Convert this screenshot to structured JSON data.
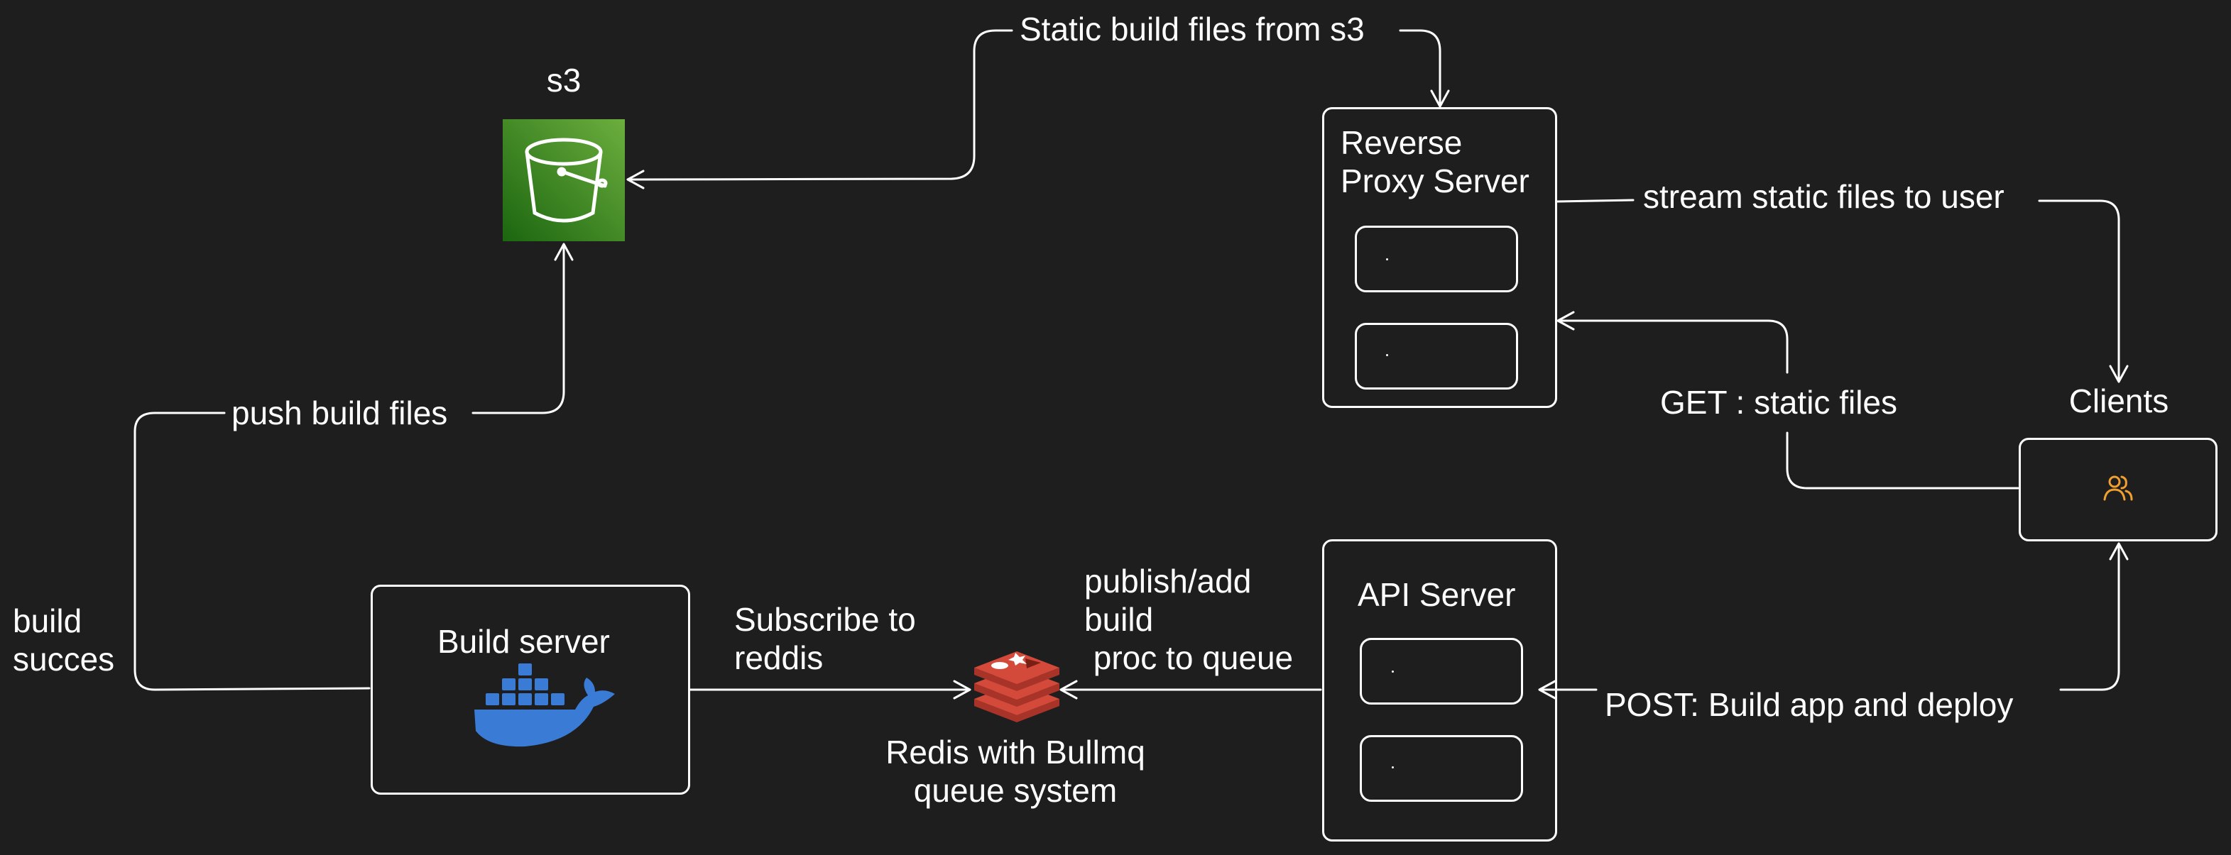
{
  "nodes": {
    "s3": {
      "label": "s3",
      "icon": "s3-bucket-icon",
      "color": "#3f8a24"
    },
    "reverse_proxy": {
      "label": "Reverse\nProxy Server"
    },
    "clients": {
      "label": "Clients",
      "icon": "users-icon",
      "icon_color": "#f0a030"
    },
    "api_server": {
      "label": "API Server"
    },
    "build_server": {
      "label": "Build server",
      "icon": "docker-whale-icon",
      "icon_color": "#3a7bd5"
    },
    "redis": {
      "label": "Redis with Bullmq\nqueue system",
      "icon": "redis-icon",
      "icon_color": "#d44a3a"
    }
  },
  "edges": {
    "static_from_s3": "Static build files from s3",
    "stream_to_user": "stream static files to user",
    "get_static": "GET : static files",
    "post_build": "POST: Build app and deploy",
    "publish_build": "publish/add\nbuild\n proc to queue",
    "subscribe": "Subscribe to\nreddis",
    "push_build": "push build files",
    "build_success": "build\nsucces"
  },
  "colors": {
    "background": "#1e1e1e",
    "stroke": "#ffffff"
  }
}
